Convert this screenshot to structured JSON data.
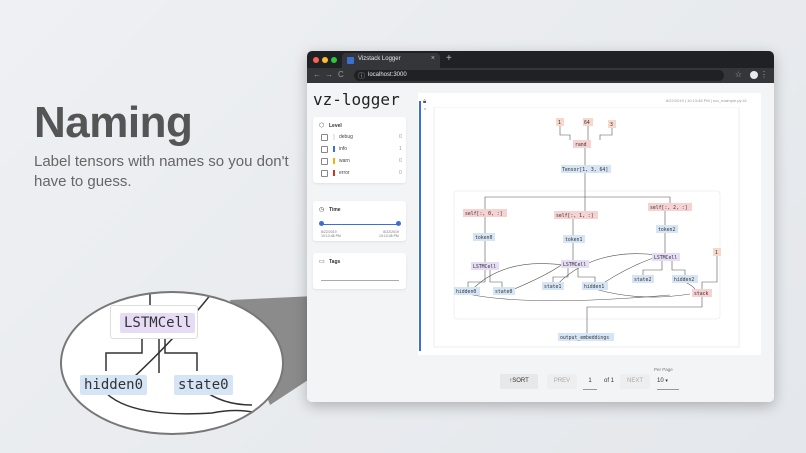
{
  "slide": {
    "title": "Naming",
    "subtitle": "Label tensors with names so you don't have to guess."
  },
  "browser": {
    "tab_title": "Vizstack Logger",
    "tab_close": "×",
    "new_tab": "+",
    "back": "←",
    "forward": "→",
    "reload": "C",
    "info": "ⓘ",
    "url": "localhost:3000",
    "star": "☆",
    "menu": "⋮"
  },
  "app": {
    "logo": "vz-logger",
    "level": {
      "title": "Level",
      "items": [
        {
          "label": "debug",
          "count": "0",
          "color": "#e9e9e9"
        },
        {
          "label": "info",
          "count": "1",
          "color": "#3b6fd4"
        },
        {
          "label": "warn",
          "count": "0",
          "color": "#f4b400"
        },
        {
          "label": "error",
          "count": "0",
          "color": "#d93025"
        }
      ]
    },
    "time": {
      "title": "Time",
      "start_date": "8/22/2019",
      "start_time": "10:13:48 PM",
      "end_date": "8/22/2019",
      "end_time": "10:13:48 PM"
    },
    "tags": {
      "title": "Tags"
    },
    "meta": "8/22/2019 | 10:13:48 PM | run_example.py:41",
    "graph": {
      "nodes": {
        "in1": "1",
        "in64": "64",
        "in3": "3",
        "rand": "rand",
        "tensor": "Tensor[1, 3, 64]",
        "self0": "self[:, 0, :]",
        "self1": "self[:, 1, :]",
        "self2": "self[:, 2, :]",
        "token0": "token0",
        "token1": "token1",
        "token2": "token2",
        "lstm0": "LSTMCell",
        "lstm1": "LSTMCell",
        "lstm2": "LSTMCell",
        "hidden0": "hidden0",
        "state0": "state0",
        "state1": "state1",
        "hidden1": "hidden1",
        "state2": "state2",
        "hidden2": "hidden2",
        "in1b": "1",
        "stack": "stack",
        "output": "output_embeddings"
      }
    },
    "pagination": {
      "sort": "SORT",
      "prev": "PREV",
      "page": "1",
      "of": "of 1",
      "next": "NEXT",
      "per_page_label": "Per Page",
      "per_page": "10"
    }
  },
  "zoom": {
    "lstm": "LSTMCell",
    "hidden": "hidden0",
    "state": "state0"
  }
}
